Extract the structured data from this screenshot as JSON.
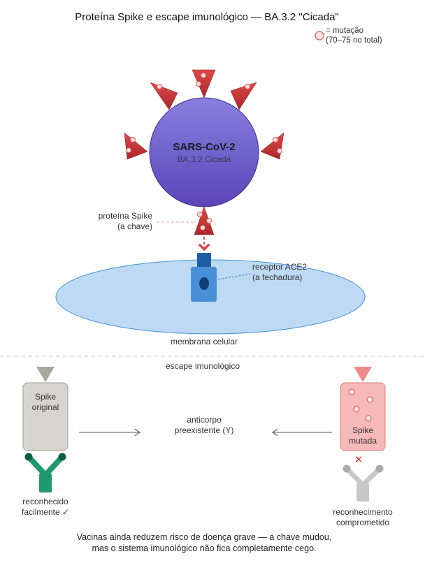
{
  "title": "Proteína Spike e escape imunológico — BA.3.2 \"Cicada\"",
  "legend": {
    "icon": "mutation-circle-icon",
    "line1": "= mutação",
    "line2": "(70–75 no total)"
  },
  "virus": {
    "name": "SARS-CoV-2",
    "variant": "BA.3.2 Cicada"
  },
  "spike_label": {
    "line1": "proteína Spike",
    "line2": "(a chave)"
  },
  "receptor_label": {
    "line1": "receptor ACE2",
    "line2": "(a fechadura)"
  },
  "membrane_label": "membrana celular",
  "section_title": "escape imunológico",
  "left_panel": {
    "box_line1": "Spike",
    "box_line2": "original",
    "caption_line1": "reconhecido",
    "caption_line2": "facilmente ✓"
  },
  "center_label": {
    "line1": "anticorpo",
    "line2": "preexistente (Y)"
  },
  "right_panel": {
    "box_line1": "Spike",
    "box_line2": "mutada",
    "blocked_icon": "✕",
    "caption_line1": "reconhecimento",
    "caption_line2": "comprometido"
  },
  "footer": {
    "line1": "Vacinas ainda reduzem risco de doença grave — a chave mudou,",
    "line2": "mas o sistema imunológico não fica completamente cego."
  },
  "colors": {
    "virus": "#6a5acd",
    "spike": "#c73838",
    "mutation": "#f4c2c2",
    "membrane": "#bcd8f3",
    "receptor": "#4a90d9",
    "antibody_ok": "#1f9a6c",
    "antibody_fail": "#c8c8c4",
    "spike_original": "#d6d4ce",
    "spike_mutated": "#f5b7b7"
  }
}
